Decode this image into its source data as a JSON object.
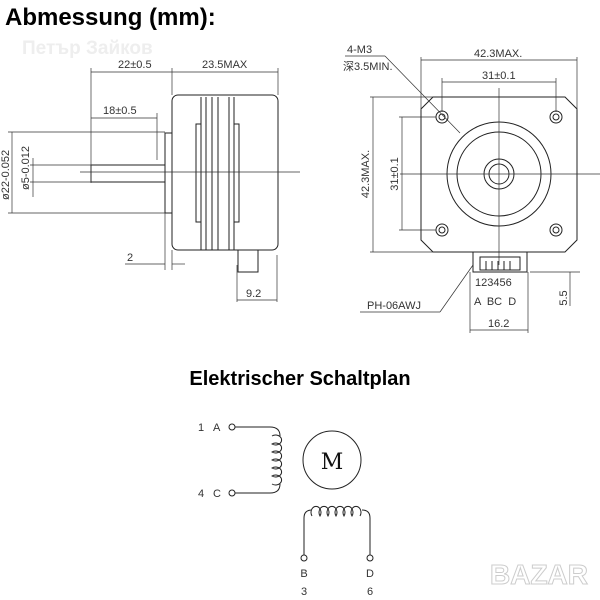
{
  "title": "Abmessung (mm):",
  "watermark_author": "Петър Зайков",
  "watermark_brand": "BAZAR",
  "side_view": {
    "dim_shaft_length": "22±0.5",
    "dim_body_length": "23.5MAX",
    "dim_flat_length": "18±0.5",
    "dim_flange_diameter": "ø22-0.052",
    "dim_shaft_diameter": "ø5-0.012",
    "dim_flange_thickness": "2",
    "dim_connector_offset": "9.2"
  },
  "front_view": {
    "hole_spec": "4-M3",
    "hole_depth": "深3.5MIN.",
    "dim_width": "42.3MAX.",
    "dim_hole_spacing_h": "31±0.1",
    "dim_height": "42.3MAX.",
    "dim_hole_spacing_v": "31±0.1",
    "connector_model": "PH-06AWJ",
    "pin_numbers": "123456",
    "pin_letters": "A  BC  D",
    "dim_connector_height": "5.5",
    "dim_connector_width": "16.2"
  },
  "schematic": {
    "title": "Elektrischer Schaltplan",
    "motor_label": "M",
    "terminals": [
      {
        "pin": "1",
        "label": "A"
      },
      {
        "pin": "4",
        "label": "C"
      },
      {
        "pin": "3",
        "label": "B"
      },
      {
        "pin": "6",
        "label": "D"
      }
    ]
  }
}
